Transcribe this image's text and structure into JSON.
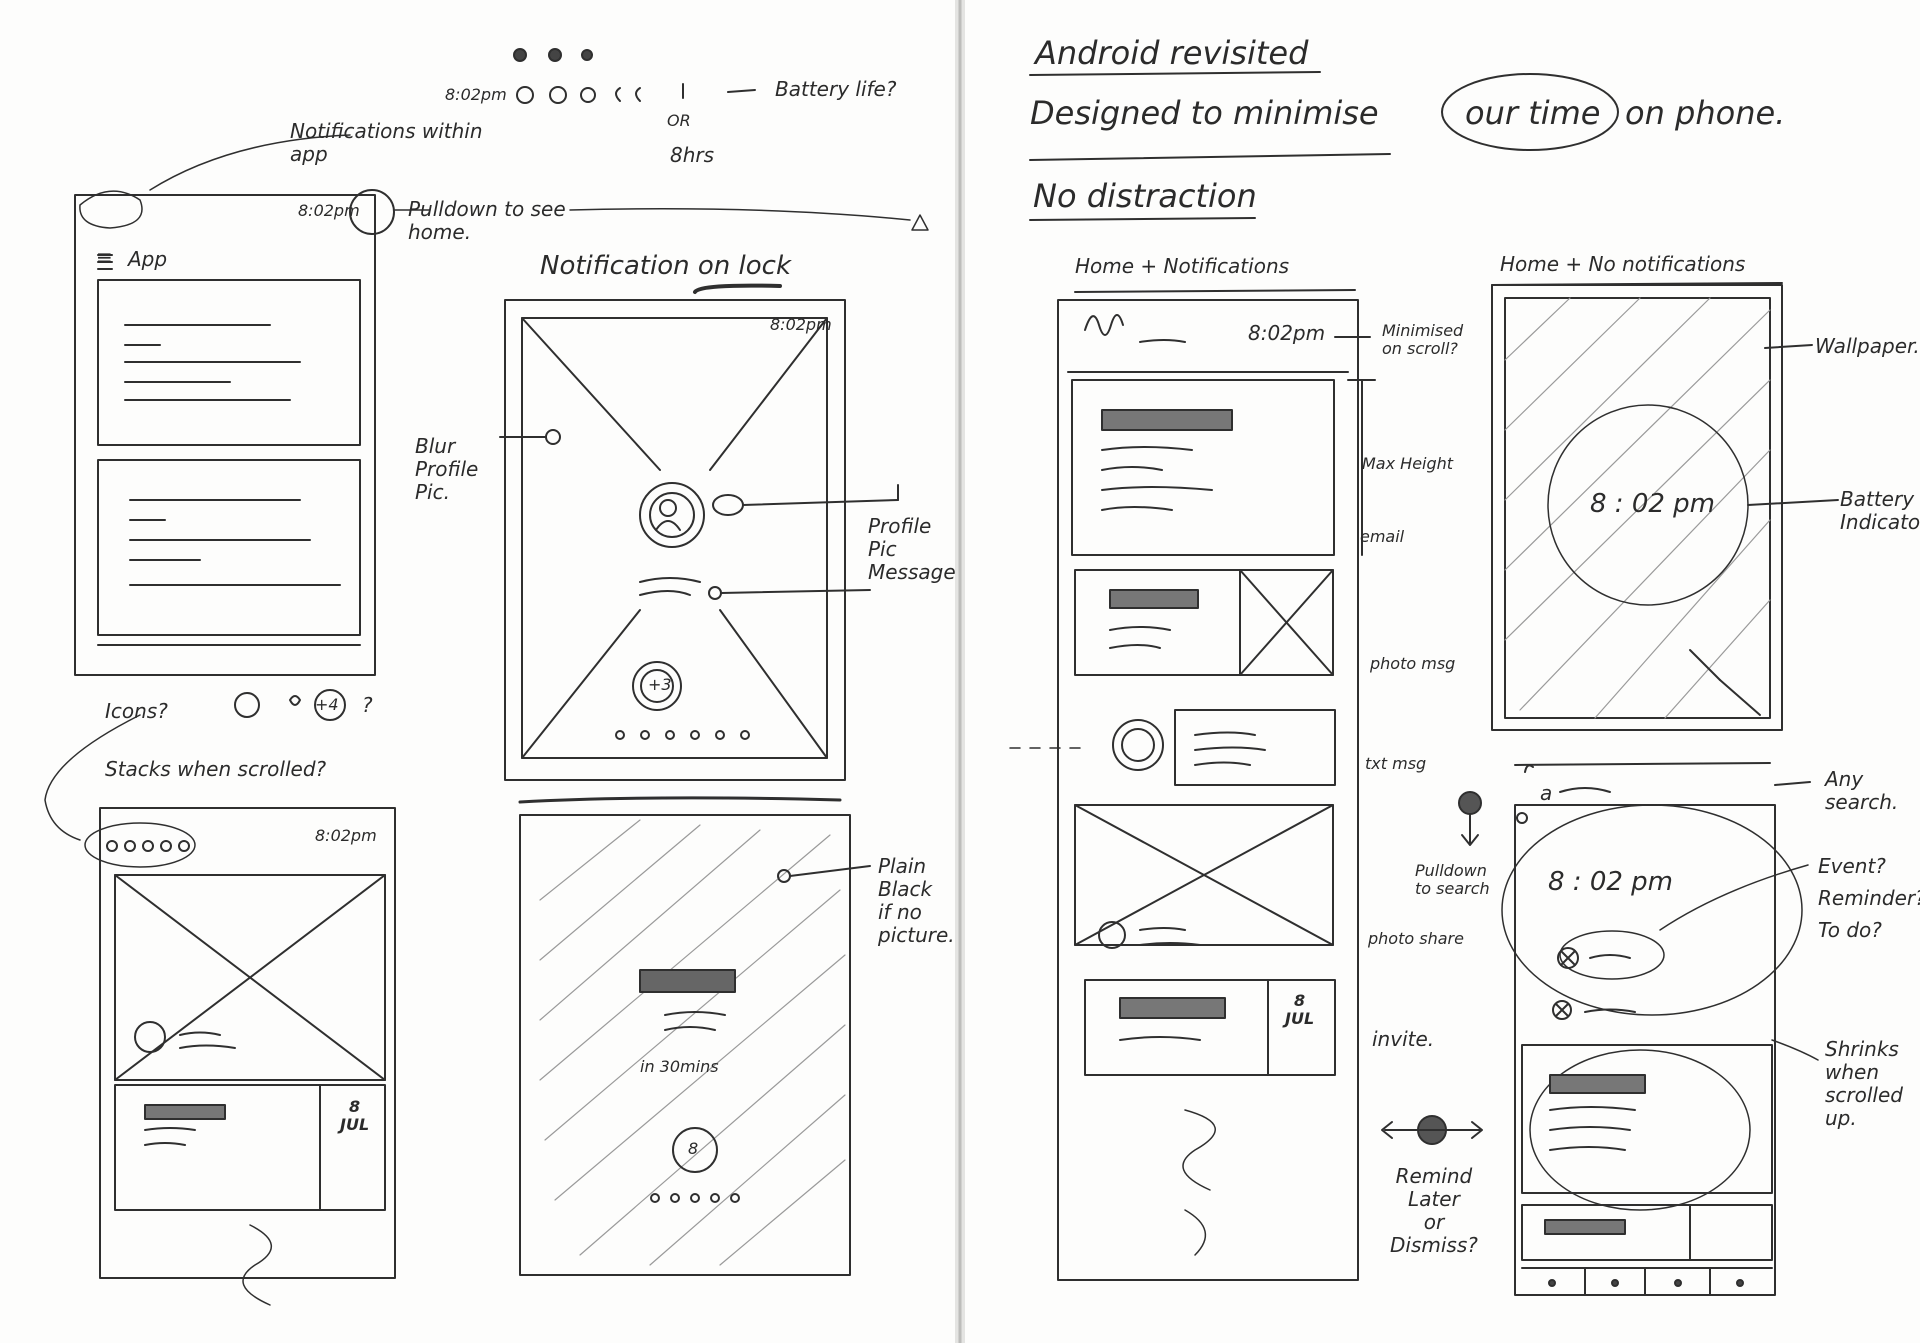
{
  "left_page": {
    "status_bar_time_sketch": "8:02pm",
    "battery_note": "Battery life?",
    "or_word": "OR",
    "status_alt_value": "8hrs",
    "notifications_note": "Notifications within app",
    "pulldown_note": "Pulldown to see home.",
    "app_phone_time": "8:02pm",
    "app_label": "App",
    "lock_title": "Notification on lock",
    "lock_phone_time": "8:02pm",
    "blur_note": [
      "Blur",
      "Profile",
      "Pic."
    ],
    "profile_note": [
      "Profile",
      "Pic",
      "Message"
    ],
    "icons_note": "Icons?",
    "icon_example_plus": "+4",
    "icon_question": "?",
    "stacks_note": "Stacks when scrolled?",
    "stack_phone_time": "8:02pm",
    "stack_date": [
      "8",
      "JUL"
    ],
    "plain_black_note": [
      "Plain",
      "Black",
      "if no",
      "picture."
    ],
    "event_in": "in 30mins",
    "lock_event_day": "8"
  },
  "right_page": {
    "title": "Android revisited",
    "subtitle_before": "Designed to minimise",
    "subtitle_circled": "our time",
    "subtitle_after": "on phone.",
    "no_distraction": "No distraction",
    "home_notif_title": "Home + Notifications",
    "home_no_notif_title": "Home + No notifications",
    "home_phone_time": "8:02pm",
    "minimised_note": [
      "Minimised",
      "on scroll?"
    ],
    "max_height_note": "Max Height",
    "email_note": "email",
    "photo_msg_note": "photo msg",
    "txt_msg_note": "txt msg",
    "pulldown_search_note": [
      "Pulldown",
      "to search"
    ],
    "photo_share_note": "photo share",
    "invite_note": "invite.",
    "invite_date": [
      "8",
      "JUL"
    ],
    "wallpaper_note": "Wallpaper.",
    "clock_time": "8 : 02 pm",
    "battery_indicator_note": [
      "Battery",
      "Indicator"
    ],
    "any_search_note": [
      "Any",
      "search."
    ],
    "search_glyph": "a",
    "search_phone_time": "8 : 02 pm",
    "event_note": [
      "Event?",
      "Reminder?",
      "To do?"
    ],
    "shrinks_note": [
      "Shrinks",
      "when",
      "scrolled",
      "up."
    ],
    "remind_note": [
      "Remind",
      "Later",
      "or",
      "Dismiss?"
    ]
  }
}
